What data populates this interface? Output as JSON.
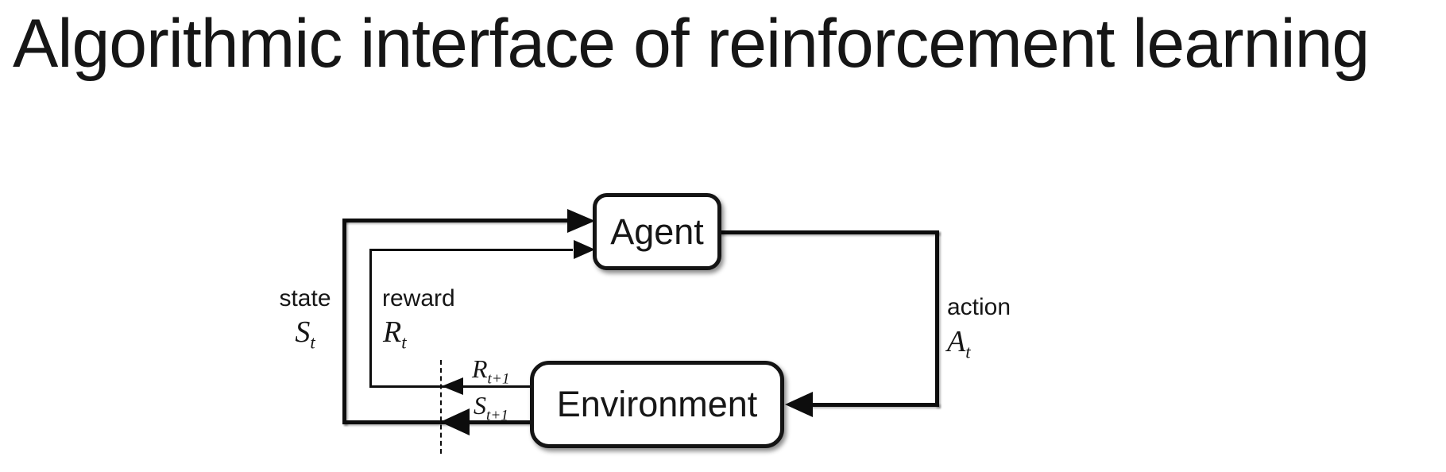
{
  "title": {
    "text": "Algorithmic interface of reinforcement learning"
  },
  "diagram": {
    "agent_box": {
      "label": "Agent"
    },
    "environment_box": {
      "label": "Environment"
    },
    "labels": {
      "state": {
        "word": "state",
        "symbol": "S",
        "sub": "t"
      },
      "reward": {
        "word": "reward",
        "symbol": "R",
        "sub": "t"
      },
      "action": {
        "word": "action",
        "symbol": "A",
        "sub": "t"
      },
      "next_reward": {
        "symbol": "R",
        "sub": "t+1"
      },
      "next_state": {
        "symbol": "S",
        "sub": "t+1"
      }
    },
    "colors": {
      "line": "#0d0d0d",
      "box_border": "#141414",
      "box_fill": "#ffffff",
      "text": "#161616",
      "background": "#ffffff"
    }
  }
}
